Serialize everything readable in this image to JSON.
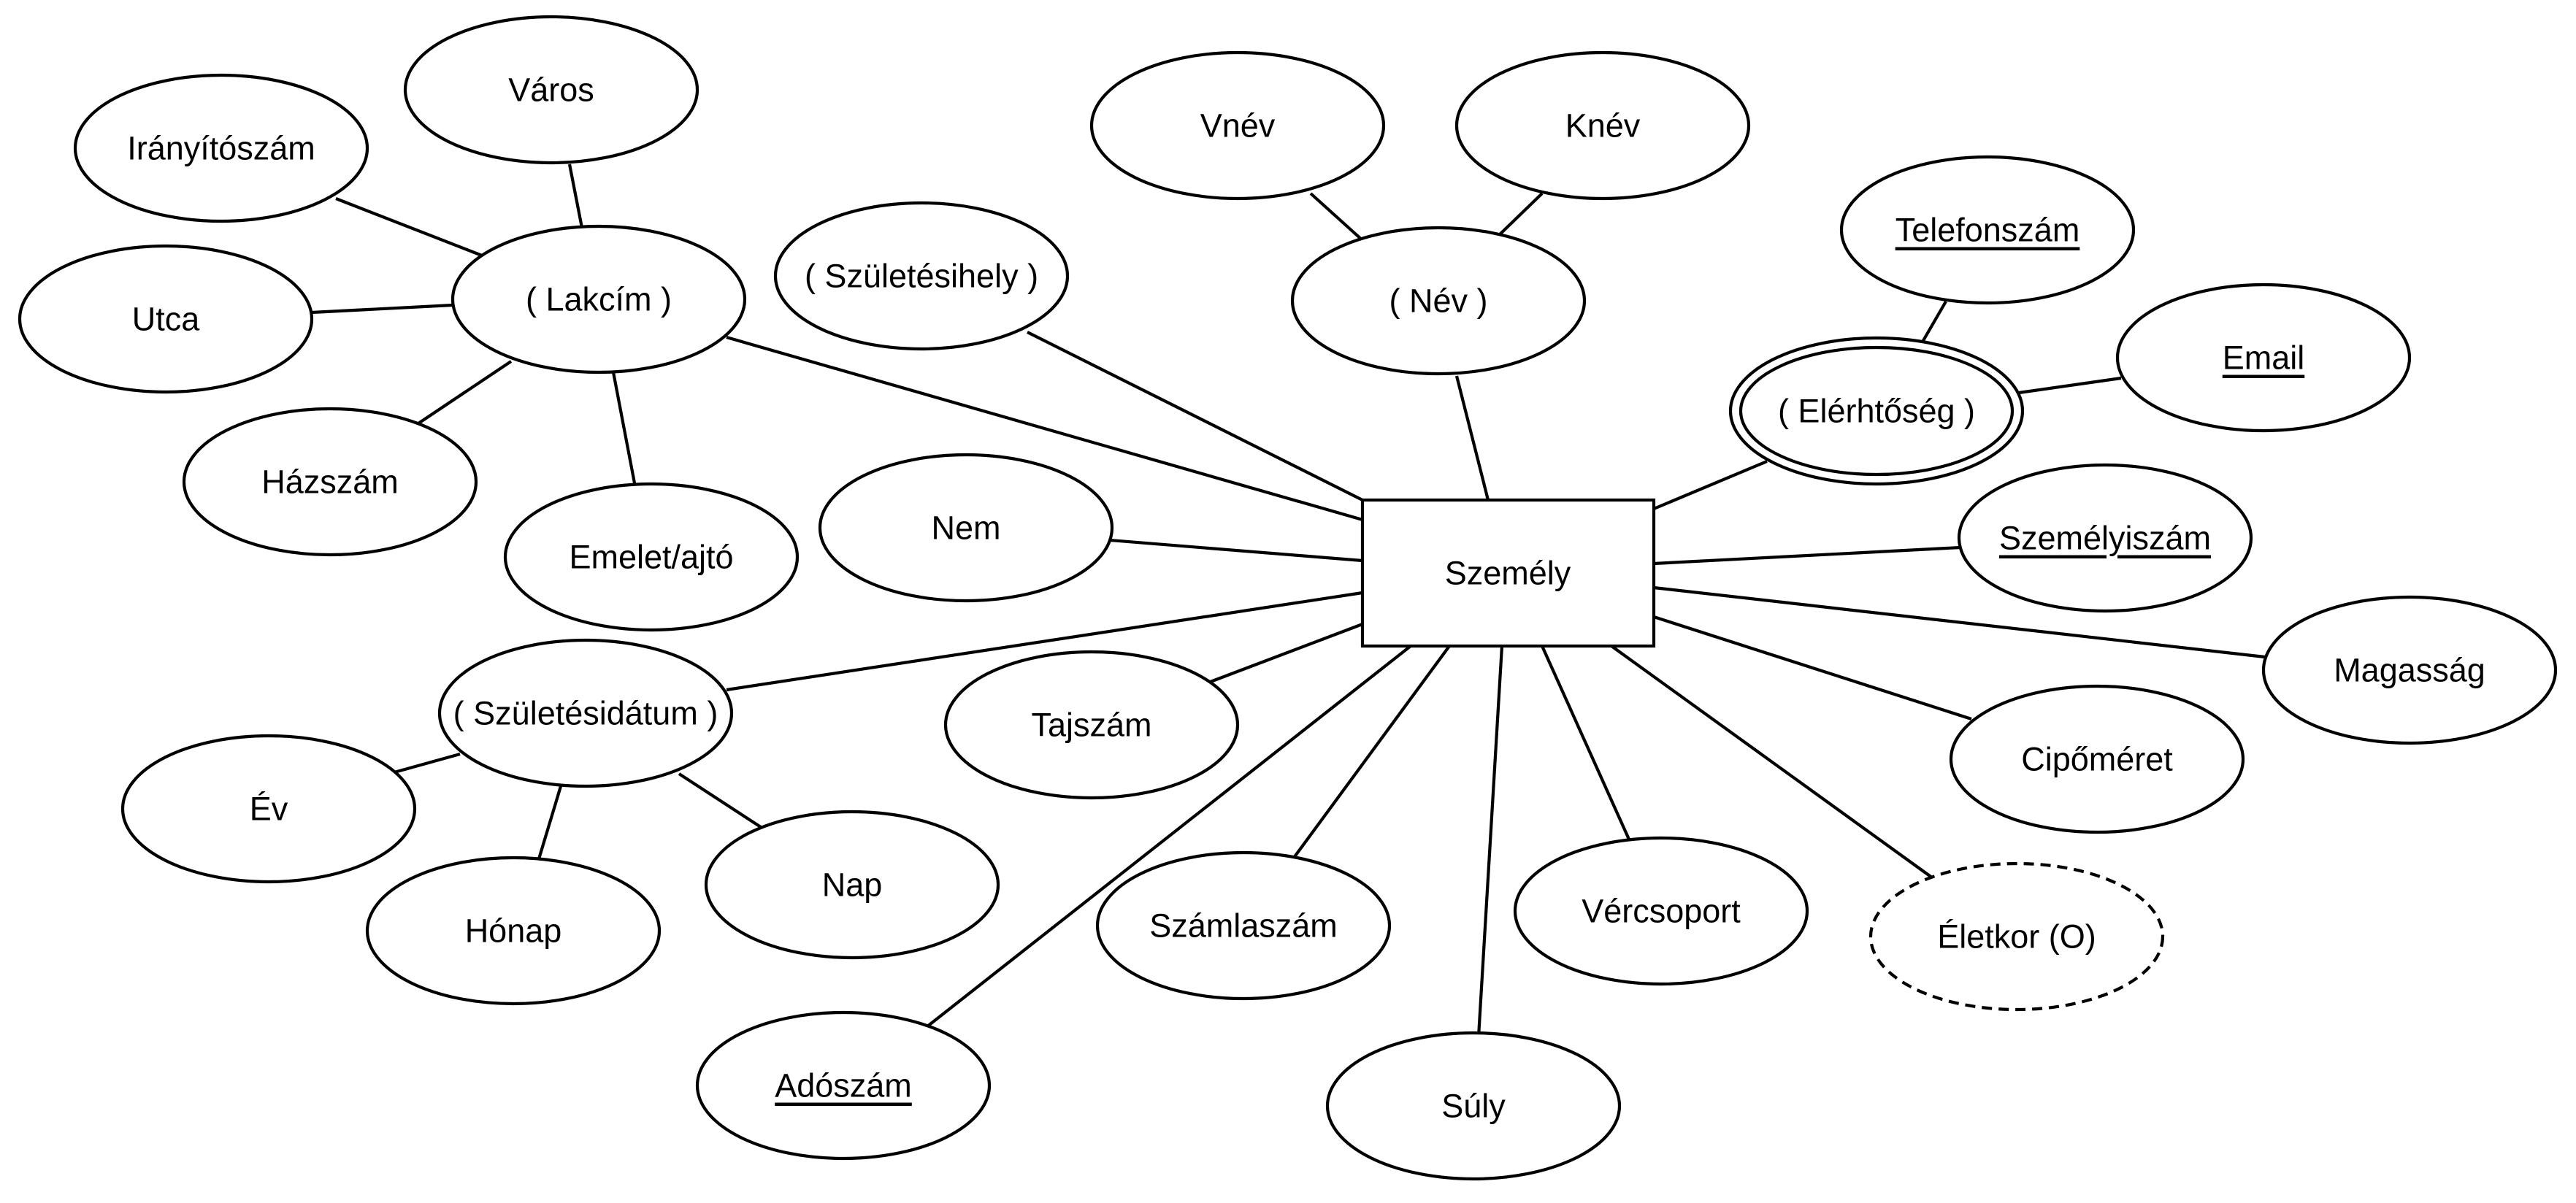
{
  "entity": {
    "label": "Személy"
  },
  "attributes": {
    "varos": {
      "label": "Város"
    },
    "iranyitoszam": {
      "label": "Irányítószám"
    },
    "utca": {
      "label": "Utca"
    },
    "lakcim": {
      "label": "( Lakcím )"
    },
    "hazszam": {
      "label": "Házszám"
    },
    "emelet_ajto": {
      "label": "Emelet/ajtó"
    },
    "szuletesihely": {
      "label": "( Születésihely )"
    },
    "vnev": {
      "label": "Vnév"
    },
    "knev": {
      "label": "Knév"
    },
    "nev": {
      "label": "( Név )"
    },
    "telefonszam": {
      "label": "Telefonszám"
    },
    "email": {
      "label": "Email"
    },
    "elerhetoseg": {
      "label": "( Elérhtőség )"
    },
    "szemelyiszam": {
      "label": "Személyiszám"
    },
    "nem": {
      "label": "Nem"
    },
    "magassag": {
      "label": "Magasság"
    },
    "szuletesidatum": {
      "label": "( Születésidátum )"
    },
    "tajszam": {
      "label": "Tajszám"
    },
    "cipomeret": {
      "label": "Cipőméret"
    },
    "ev": {
      "label": "Év"
    },
    "honap": {
      "label": "Hónap"
    },
    "nap": {
      "label": "Nap"
    },
    "szamlaszam": {
      "label": "Számlaszám"
    },
    "vercsoport": {
      "label": "Vércsoport"
    },
    "eletkor": {
      "label": "Életkor (O)"
    },
    "adoszam": {
      "label": "Adószám"
    },
    "suly": {
      "label": "Súly"
    }
  }
}
